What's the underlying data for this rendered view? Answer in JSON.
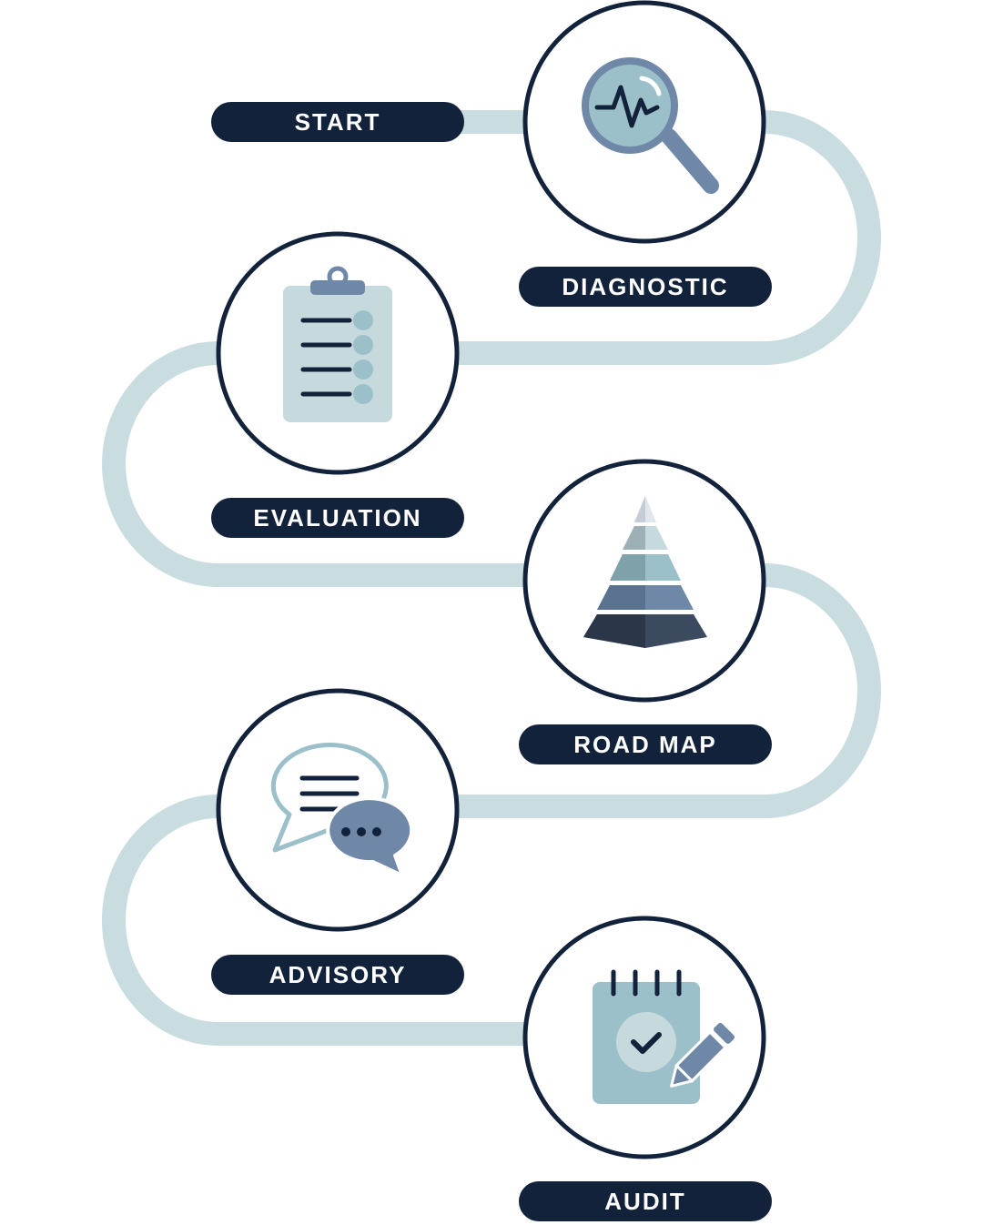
{
  "colors": {
    "navy": "#12223a",
    "path": "#c9dce0",
    "teal_light": "#9cc0c9",
    "slate": "#6f88a8",
    "pale": "#c6d9dd"
  },
  "steps": [
    {
      "label": "START"
    },
    {
      "label": "DIAGNOSTIC",
      "icon": "magnifier-heartbeat-icon"
    },
    {
      "label": "EVALUATION",
      "icon": "clipboard-checklist-icon"
    },
    {
      "label": "ROAD MAP",
      "icon": "pyramid-icon"
    },
    {
      "label": "ADVISORY",
      "icon": "chat-bubbles-icon"
    },
    {
      "label": "AUDIT",
      "icon": "notepad-check-icon"
    }
  ]
}
